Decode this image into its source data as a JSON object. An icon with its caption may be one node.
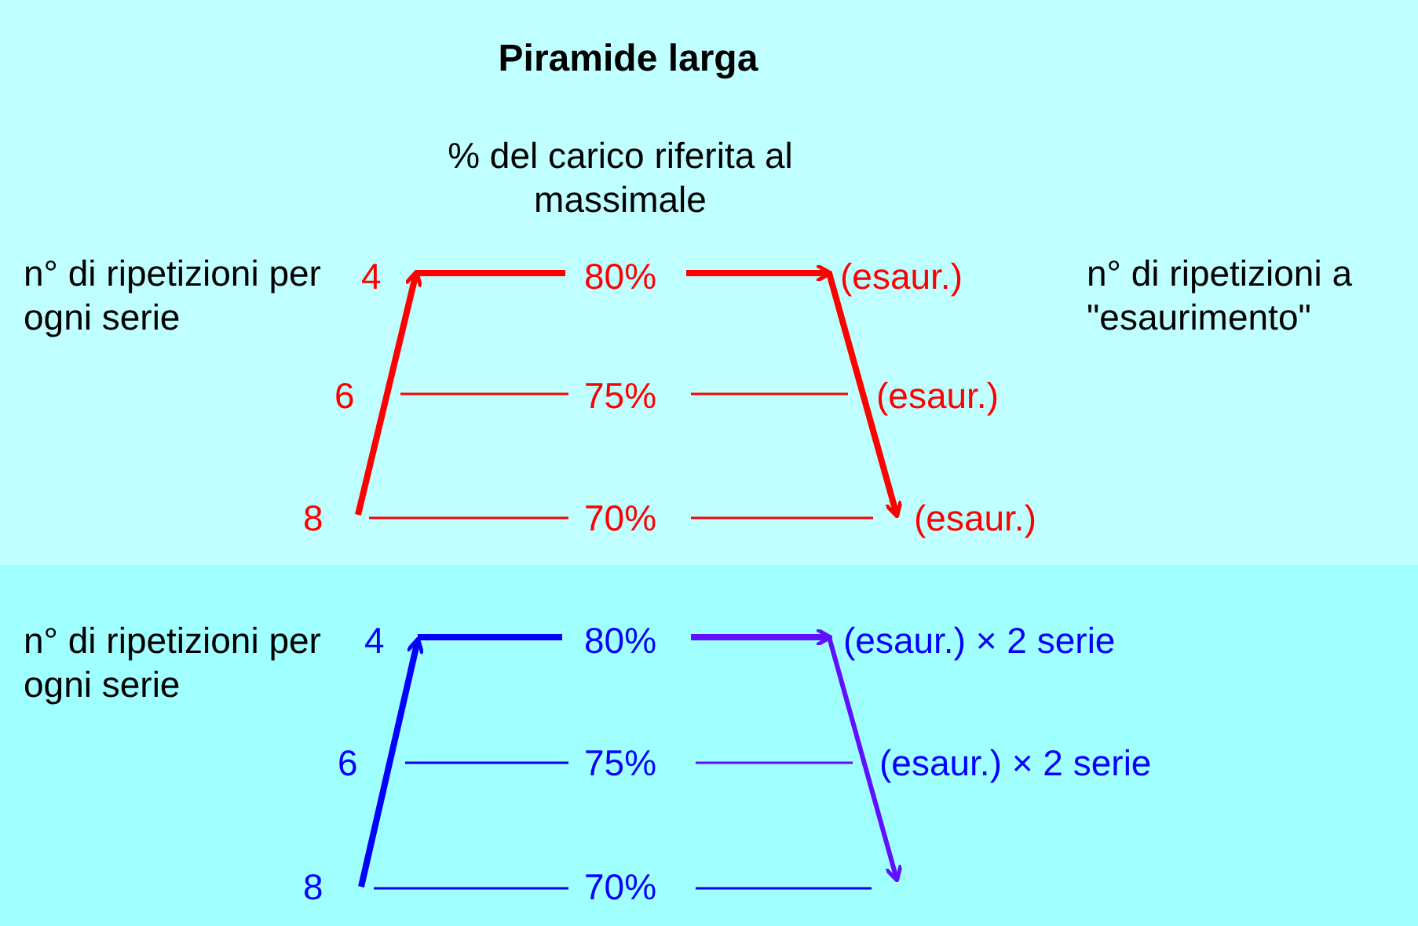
{
  "diagram": {
    "title": "Piramide larga",
    "labels": [
      "% del carico riferita al massimale",
      "n° di ripetizioni per ogni serie",
      "4",
      "80%",
      "(esaur.)",
      "n° di ripetizioni a \"esaurimento\"",
      "6",
      "75%",
      "(esaur.)",
      "8",
      "70%",
      "(esaur.)",
      "n° di ripetizioni per ogni serie",
      "4",
      "80%",
      "(esaur.) × 2 serie",
      "6",
      "75%",
      "(esaur.) × 2 serie",
      "8",
      "70%"
    ]
  }
}
